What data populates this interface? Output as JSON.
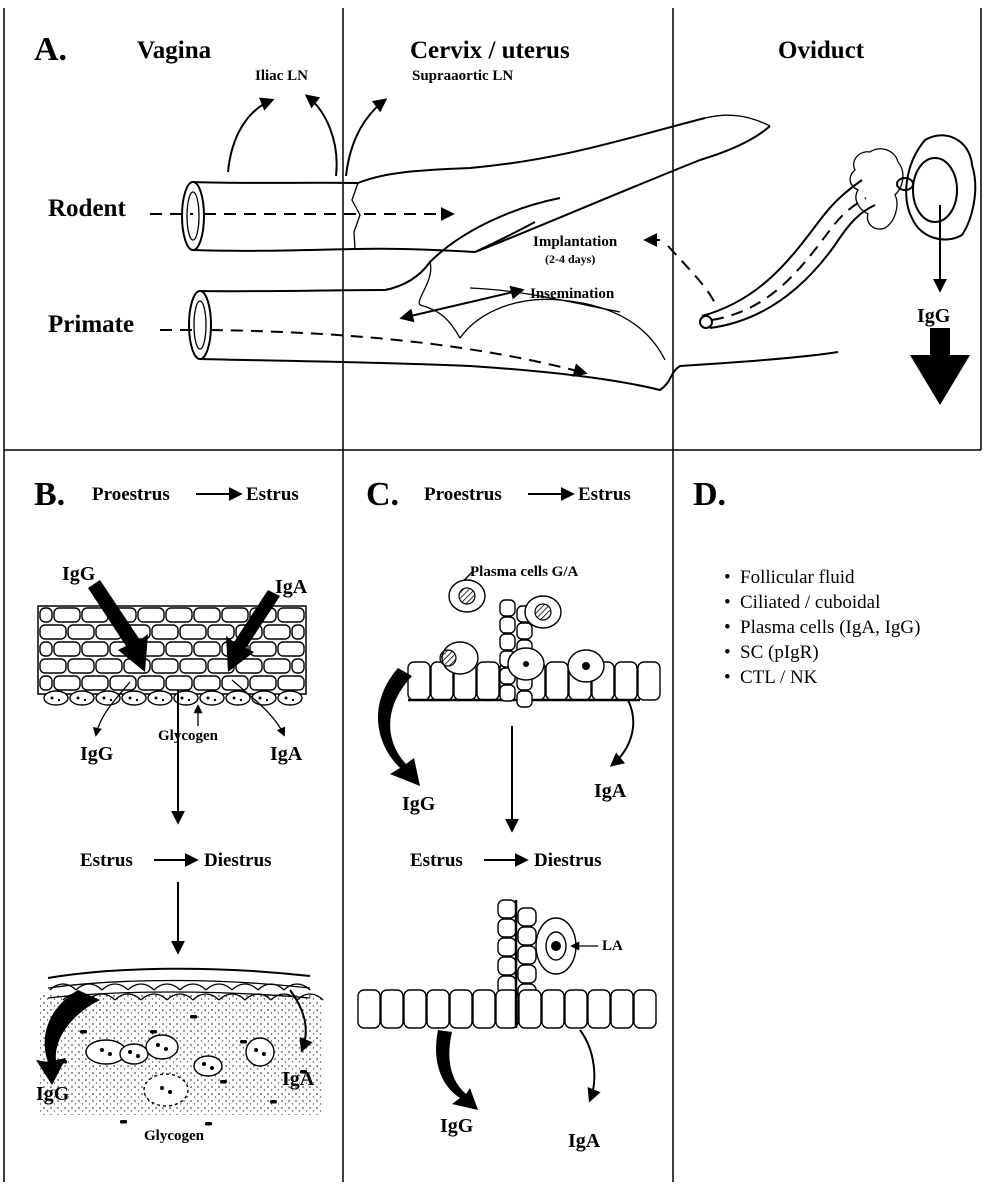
{
  "panel_a": {
    "letter": "A.",
    "col_vagina": "Vagina",
    "col_cervix": "Cervix / uterus",
    "col_oviduct": "Oviduct",
    "iliac_ln": "Iliac LN",
    "supraaortic_ln": "Supraaortic LN",
    "rodent": "Rodent",
    "primate": "Primate",
    "implantation": "Implantation",
    "implantation_days": "(2-4 days)",
    "insemination": "Insemination",
    "igg": "IgG"
  },
  "panel_b": {
    "letter": "B.",
    "phase1_from": "Proestrus",
    "phase1_to": "Estrus",
    "igg_in": "IgG",
    "iga_in": "IgA",
    "igg_out": "IgG",
    "iga_out": "IgA",
    "glycogen": "Glycogen",
    "phase2_from": "Estrus",
    "phase2_to": "Diestrus",
    "igg_low": "IgG",
    "iga_low": "IgA",
    "glycogen_low": "Glycogen"
  },
  "panel_c": {
    "letter": "C.",
    "phase1_from": "Proestrus",
    "phase1_to": "Estrus",
    "plasma_cells": "Plasma cells G/A",
    "igg_out": "IgG",
    "iga_out": "IgA",
    "phase2_from": "Estrus",
    "phase2_to": "Diestrus",
    "la": "LA",
    "igg_low": "IgG",
    "iga_low": "IgA"
  },
  "panel_d": {
    "letter": "D.",
    "items": [
      "Follicular fluid",
      "Ciliated / cuboidal",
      "Plasma cells (IgA, IgG)",
      "SC (pIgR)",
      "CTL / NK"
    ]
  }
}
